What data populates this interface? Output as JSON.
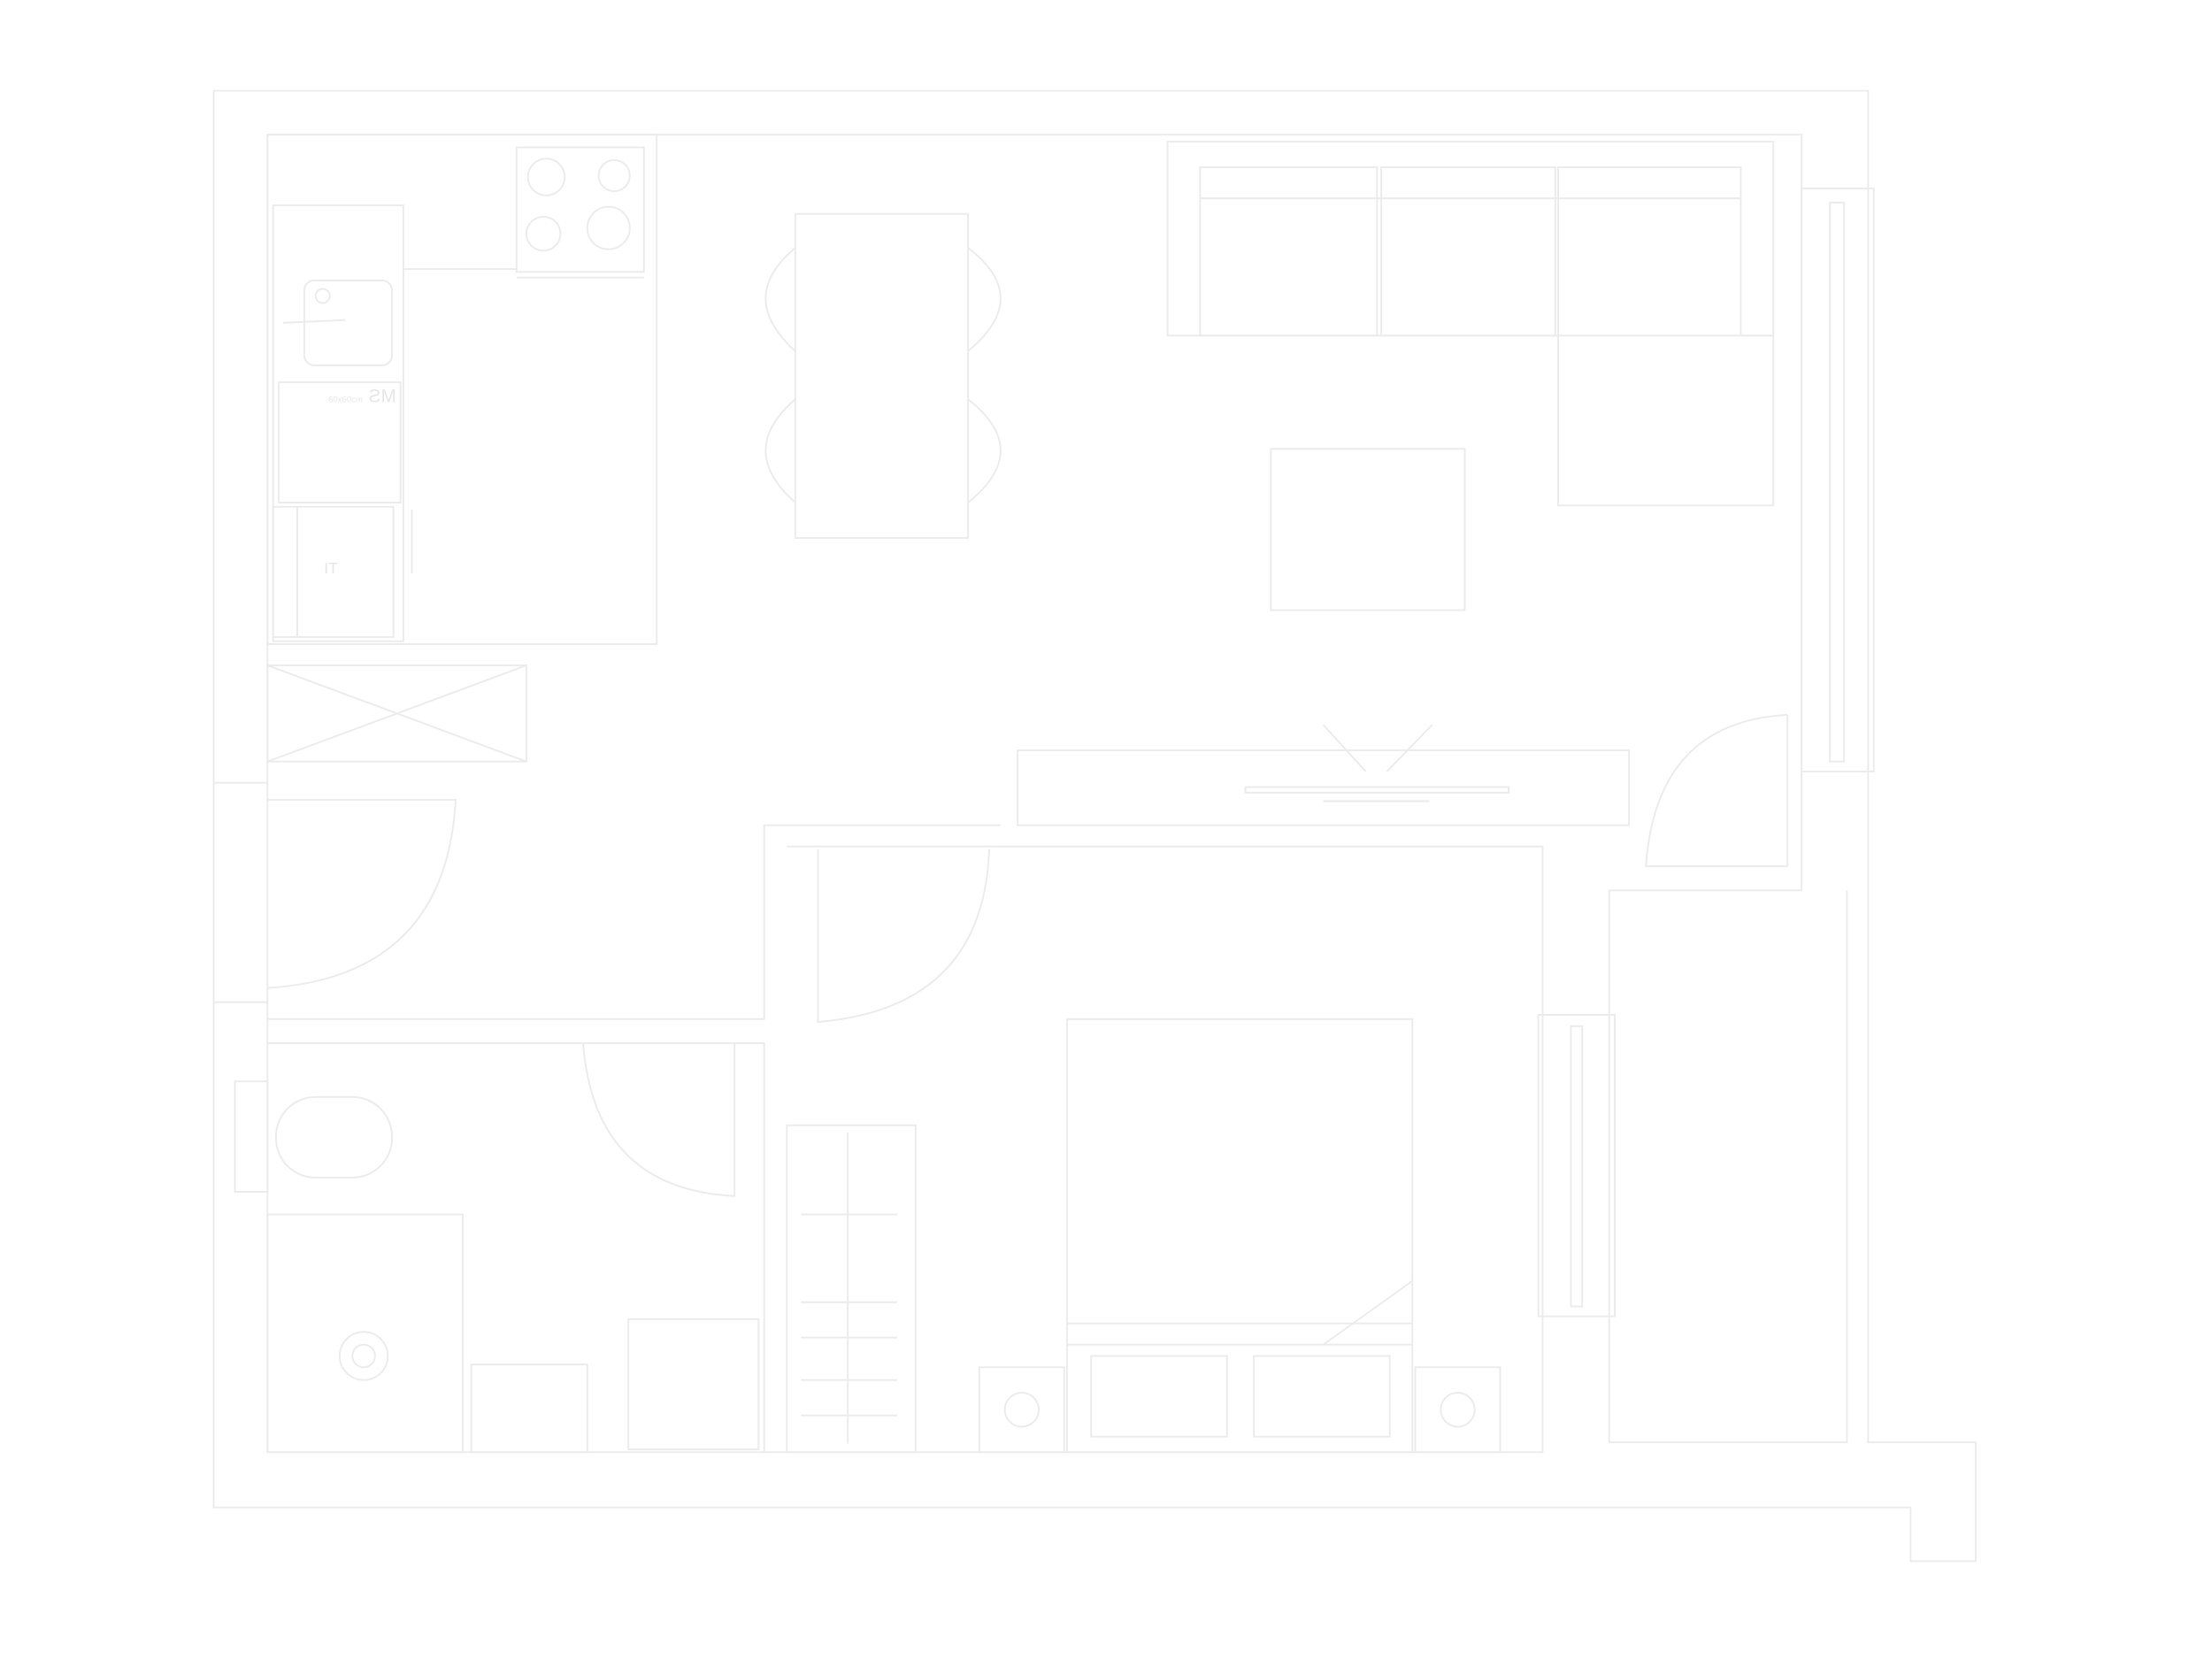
{
  "plan": {
    "washer_label": "MS",
    "washer_size": "60x60cm",
    "fridge_label": "IT"
  },
  "colors": {
    "line": "#ebebeb",
    "background": "#ffffff"
  }
}
